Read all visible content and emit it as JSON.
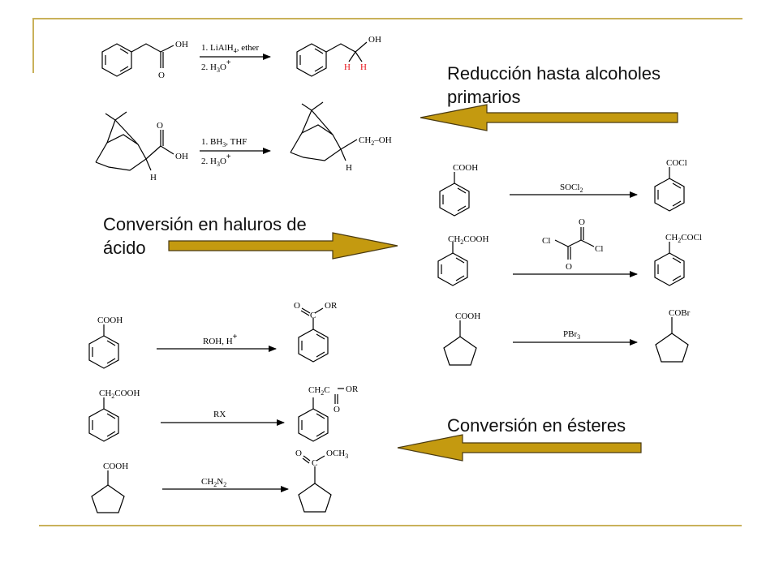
{
  "labels": {
    "reduction": "Reducción hasta alcoholes primarios",
    "halide": "Conversión en haluros de ácido",
    "ester": "Conversión en ésteres"
  },
  "colors": {
    "frame_line": "#c9b15a",
    "arrow_fill": "#c49a10",
    "arrow_stroke": "#4a3a10",
    "highlight": "#e8141a"
  },
  "reduction": {
    "r1": {
      "reactant_oh": "OH",
      "reactant_o": "O",
      "step1_a": "1. LiAl",
      "step1_b": "H",
      "step1_c": "4",
      "step1_d": ", ether",
      "step2_a": "2. H",
      "step2_b": "3",
      "step2_c": "O",
      "step2_d": "+",
      "product_oh": "OH",
      "product_h1": "H",
      "product_h2": "H"
    },
    "r2": {
      "reactant_o": "O",
      "reactant_oh": "OH",
      "reactant_h": "H",
      "step1_a": "1. B",
      "step1_b": "H",
      "step1_c": "3",
      "step1_d": ", THF",
      "step2_a": "2. H",
      "step2_b": "3",
      "step2_c": "O",
      "step2_d": "+",
      "product_ch": "CH",
      "product_2": "2",
      "product_oh": "–OH",
      "product_h": "H"
    }
  },
  "halides": {
    "r1": {
      "reactant": "COOH",
      "reagent_a": "SOCl",
      "reagent_b": "2",
      "product": "COCl"
    },
    "r2": {
      "reactant_a": "CH",
      "reactant_b": "2",
      "reactant_c": "COOH",
      "reagent_o1": "O",
      "reagent_o2": "O",
      "reagent_cl1": "Cl",
      "reagent_cl2": "Cl",
      "product_a": "CH",
      "product_b": "2",
      "product_c": "COCl"
    },
    "r3": {
      "reactant": "COOH",
      "reagent_a": "PBr",
      "reagent_b": "3",
      "product": "COBr"
    }
  },
  "esters": {
    "r1": {
      "reactant": "COOH",
      "reagent": "ROH, H",
      "reagent_sup": "+",
      "product_o": "O",
      "product_c": "C",
      "product_or": "OR"
    },
    "r2": {
      "reactant_a": "CH",
      "reactant_b": "2",
      "reactant_c": "COOH",
      "reagent": "RX",
      "product_ch": "CH",
      "product_2": "2",
      "product_c": "C",
      "product_or": "OR",
      "product_o": "O"
    },
    "r3": {
      "reactant": "COOH",
      "reagent_a": "CH",
      "reagent_b": "2",
      "reagent_c": "N",
      "reagent_d": "2",
      "product_o": "O",
      "product_c": "C",
      "product_och": "OCH",
      "product_3": "3"
    }
  }
}
